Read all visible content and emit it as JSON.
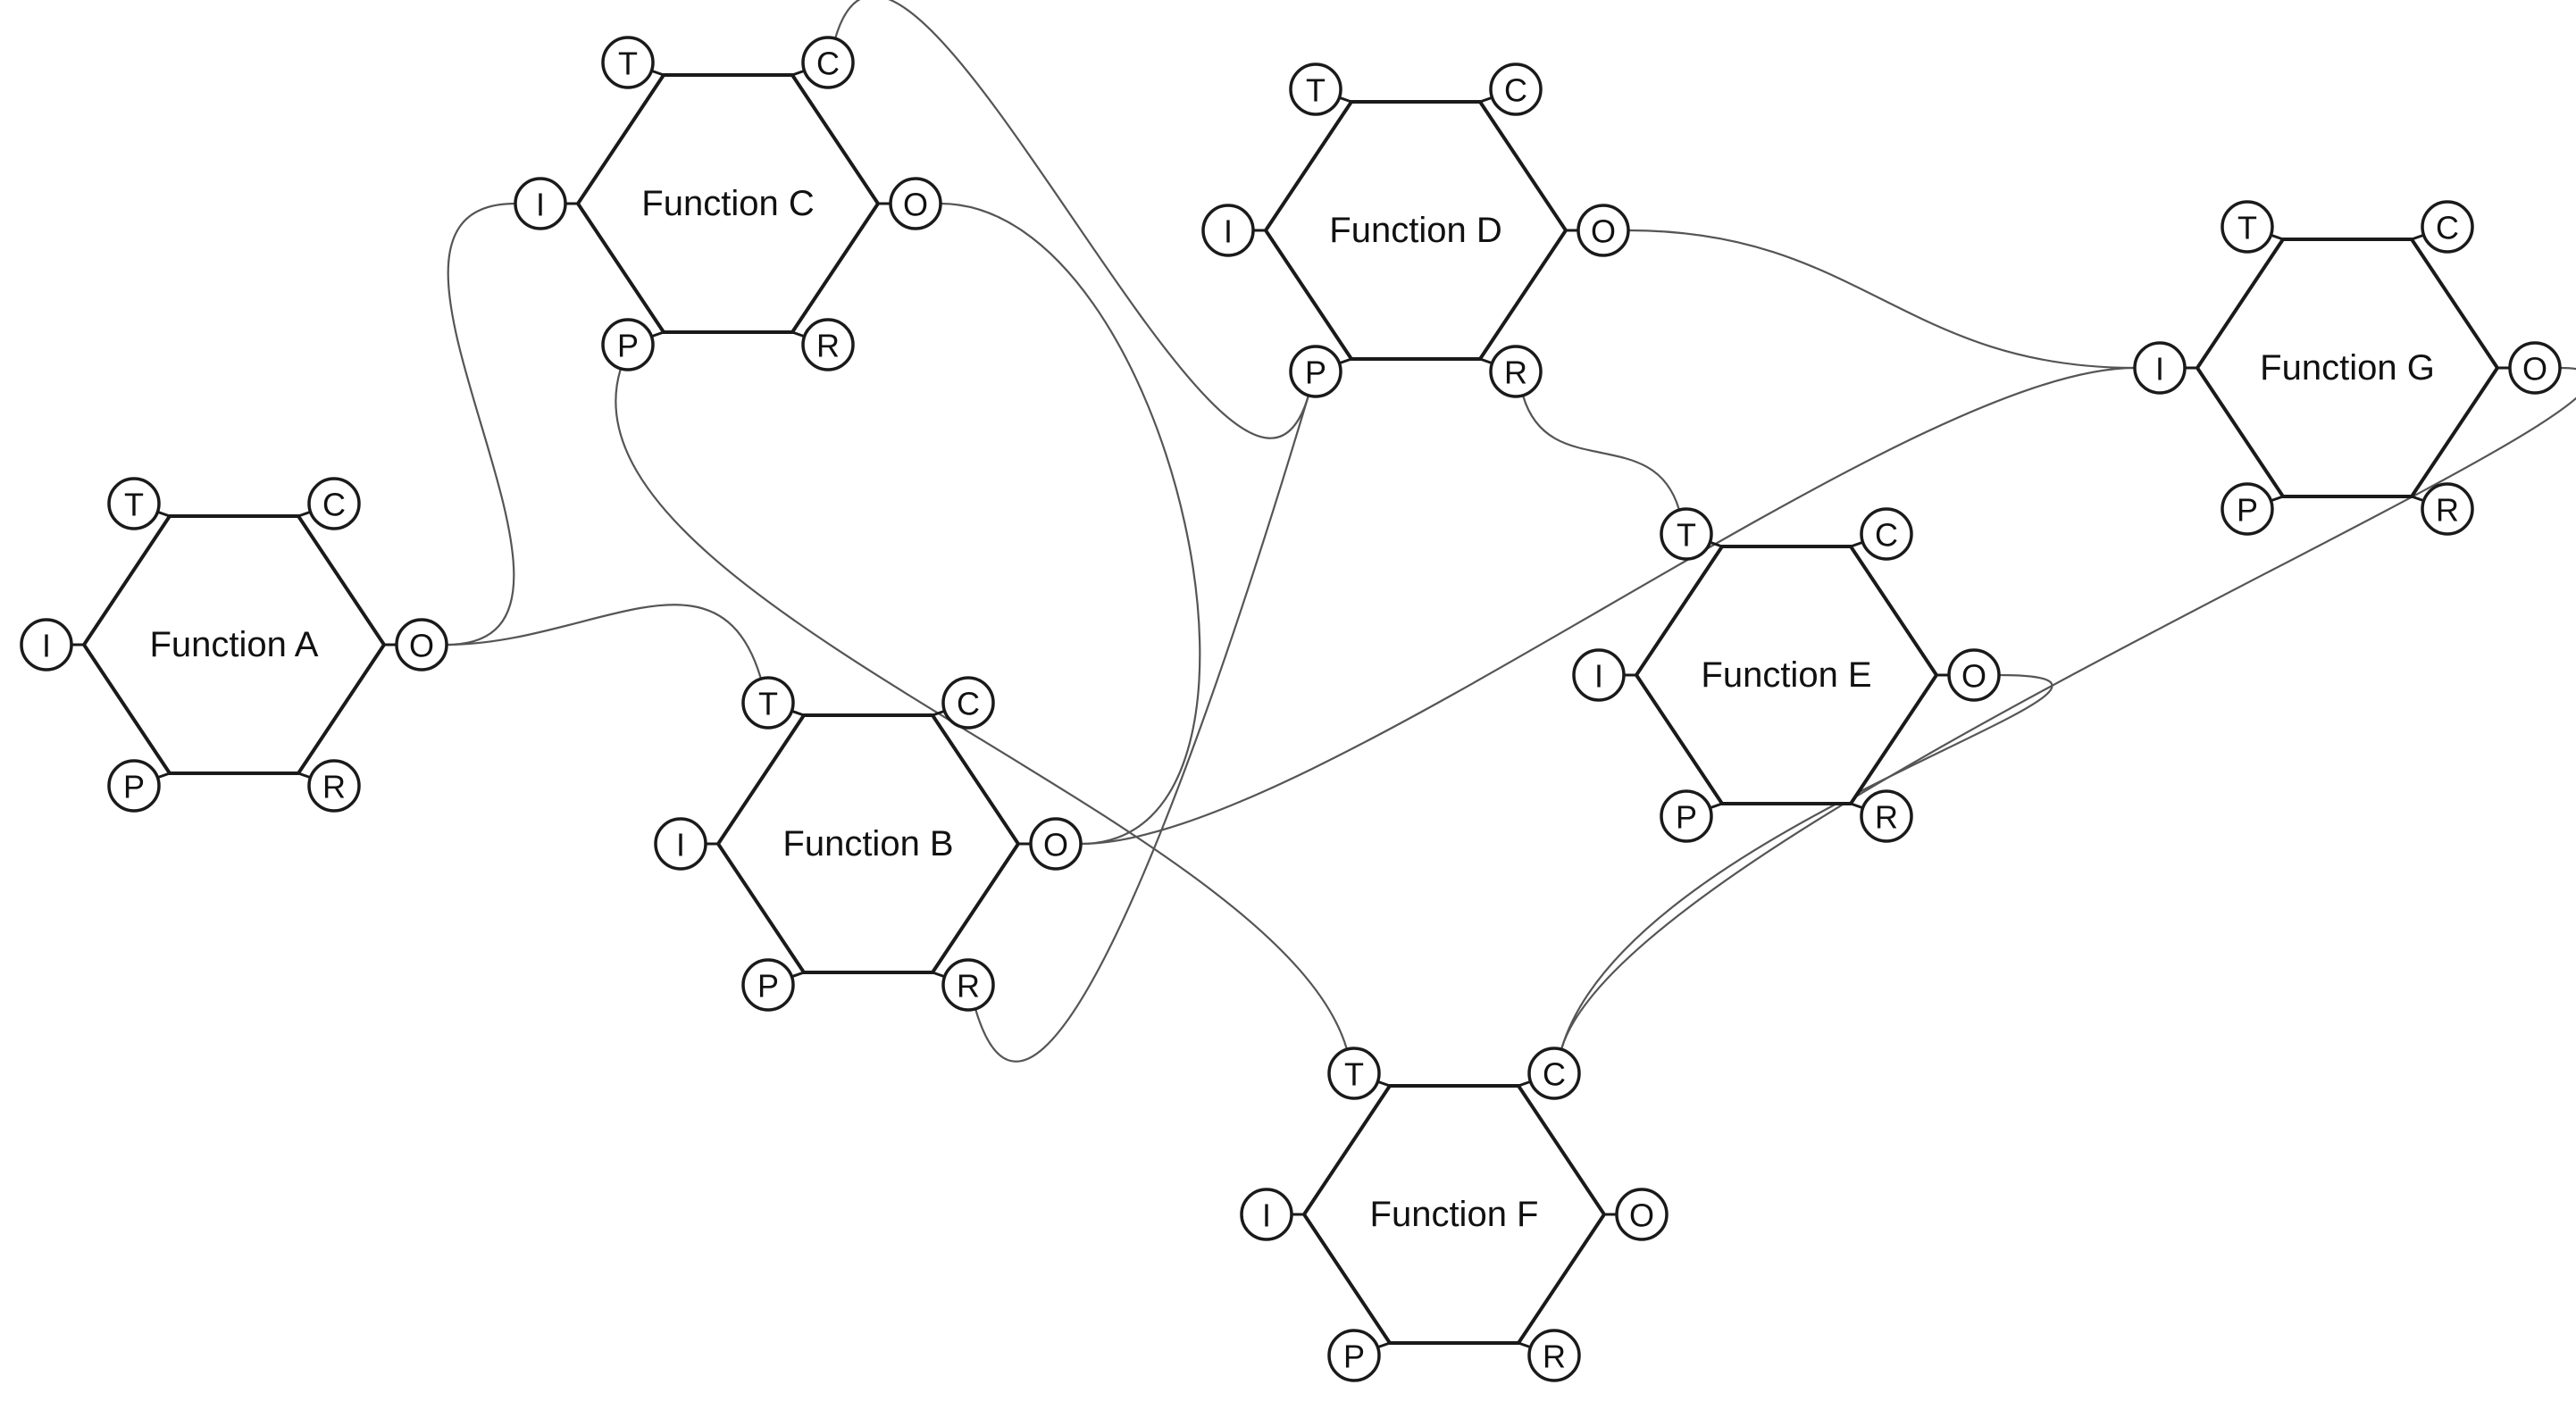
{
  "functions": [
    {
      "id": "A",
      "label": "Function A"
    },
    {
      "id": "B",
      "label": "Function B"
    },
    {
      "id": "C",
      "label": "Function C"
    },
    {
      "id": "D",
      "label": "Function D"
    },
    {
      "id": "E",
      "label": "Function E"
    },
    {
      "id": "F",
      "label": "Function F"
    },
    {
      "id": "G",
      "label": "Function G"
    }
  ],
  "aspects": {
    "T": "T",
    "C": "C",
    "I": "I",
    "O": "O",
    "P": "P",
    "R": "R"
  },
  "couplings": [
    {
      "from": "A.O",
      "to": "C.I"
    },
    {
      "from": "A.O",
      "to": "B.T"
    },
    {
      "from": "C.O",
      "to": "B.O"
    },
    {
      "from": "C.C",
      "to": "D.P"
    },
    {
      "from": "C.P",
      "to": "F.T"
    },
    {
      "from": "D.P",
      "to": "B.R"
    },
    {
      "from": "D.O",
      "to": "G.I"
    },
    {
      "from": "B.O",
      "to": "G.I"
    },
    {
      "from": "D.R",
      "to": "E.T"
    },
    {
      "from": "E.O",
      "to": "F.C"
    },
    {
      "from": "G.O",
      "to": "F.C"
    }
  ]
}
